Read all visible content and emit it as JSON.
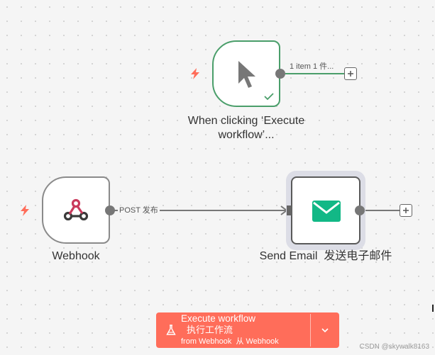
{
  "nodes": {
    "manual_trigger": {
      "label_line1": "When clicking ‘Execute",
      "label_line2": "workflow’...",
      "icon": "cursor-arrow-icon",
      "status_icon": "check-icon"
    },
    "webhook": {
      "label": "Webhook",
      "icon": "webhook-icon"
    },
    "send_email": {
      "label": "Send Email  发送电子邮件",
      "icon": "envelope-icon"
    }
  },
  "edges": {
    "manual_out": {
      "label": "1 item  1 件..."
    },
    "webhook_to_email": {
      "label": "POST  发布"
    }
  },
  "execute_button": {
    "line1": "Execute workflow",
    "line2": "执行工作流",
    "line3": "from Webhook  从 Webhook",
    "icon": "flask-icon",
    "dropdown_icon": "chevron-down-icon"
  },
  "watermark": "CSDN @skywalk8163",
  "colors": {
    "accent": "#ff6d5a",
    "success": "#4a9e6a",
    "email": "#12b886",
    "webhook": "#c93a5c"
  }
}
